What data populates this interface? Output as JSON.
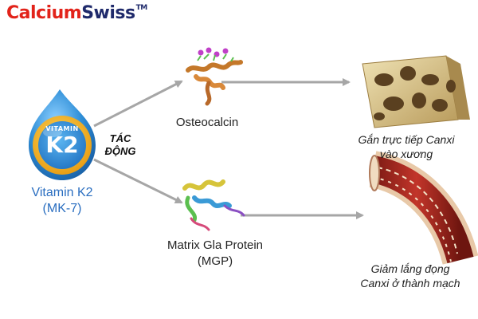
{
  "brand": {
    "name_part1": "Calcium",
    "name_part2": "Swiss",
    "trademark": "TM"
  },
  "vitamin_badge": {
    "top_text": "VITAMIN",
    "main_text": "K2"
  },
  "vitamin_label": {
    "line1": "Vitamin K2",
    "line2": "(MK-7)"
  },
  "action_label": {
    "line1": "TÁC",
    "line2": "ĐỘNG"
  },
  "pathway_top": {
    "protein": "Osteocalcin",
    "result_line1": "Gắn trực tiếp Canxi",
    "result_line2": "vào xương"
  },
  "pathway_bottom": {
    "protein_line1": "Matrix Gla Protein",
    "protein_line2": "(MGP)",
    "result_line1": "Giảm lắng đọng",
    "result_line2": "Canxi ở thành mạch"
  },
  "colors": {
    "brand_red": "#e2231a",
    "brand_navy": "#1f2a6b",
    "drop_blue": "#2f8fd8",
    "badge_gold": "#f2b01e",
    "arrow_gray": "#a6a6a6",
    "label_blue": "#2a6ec0"
  }
}
